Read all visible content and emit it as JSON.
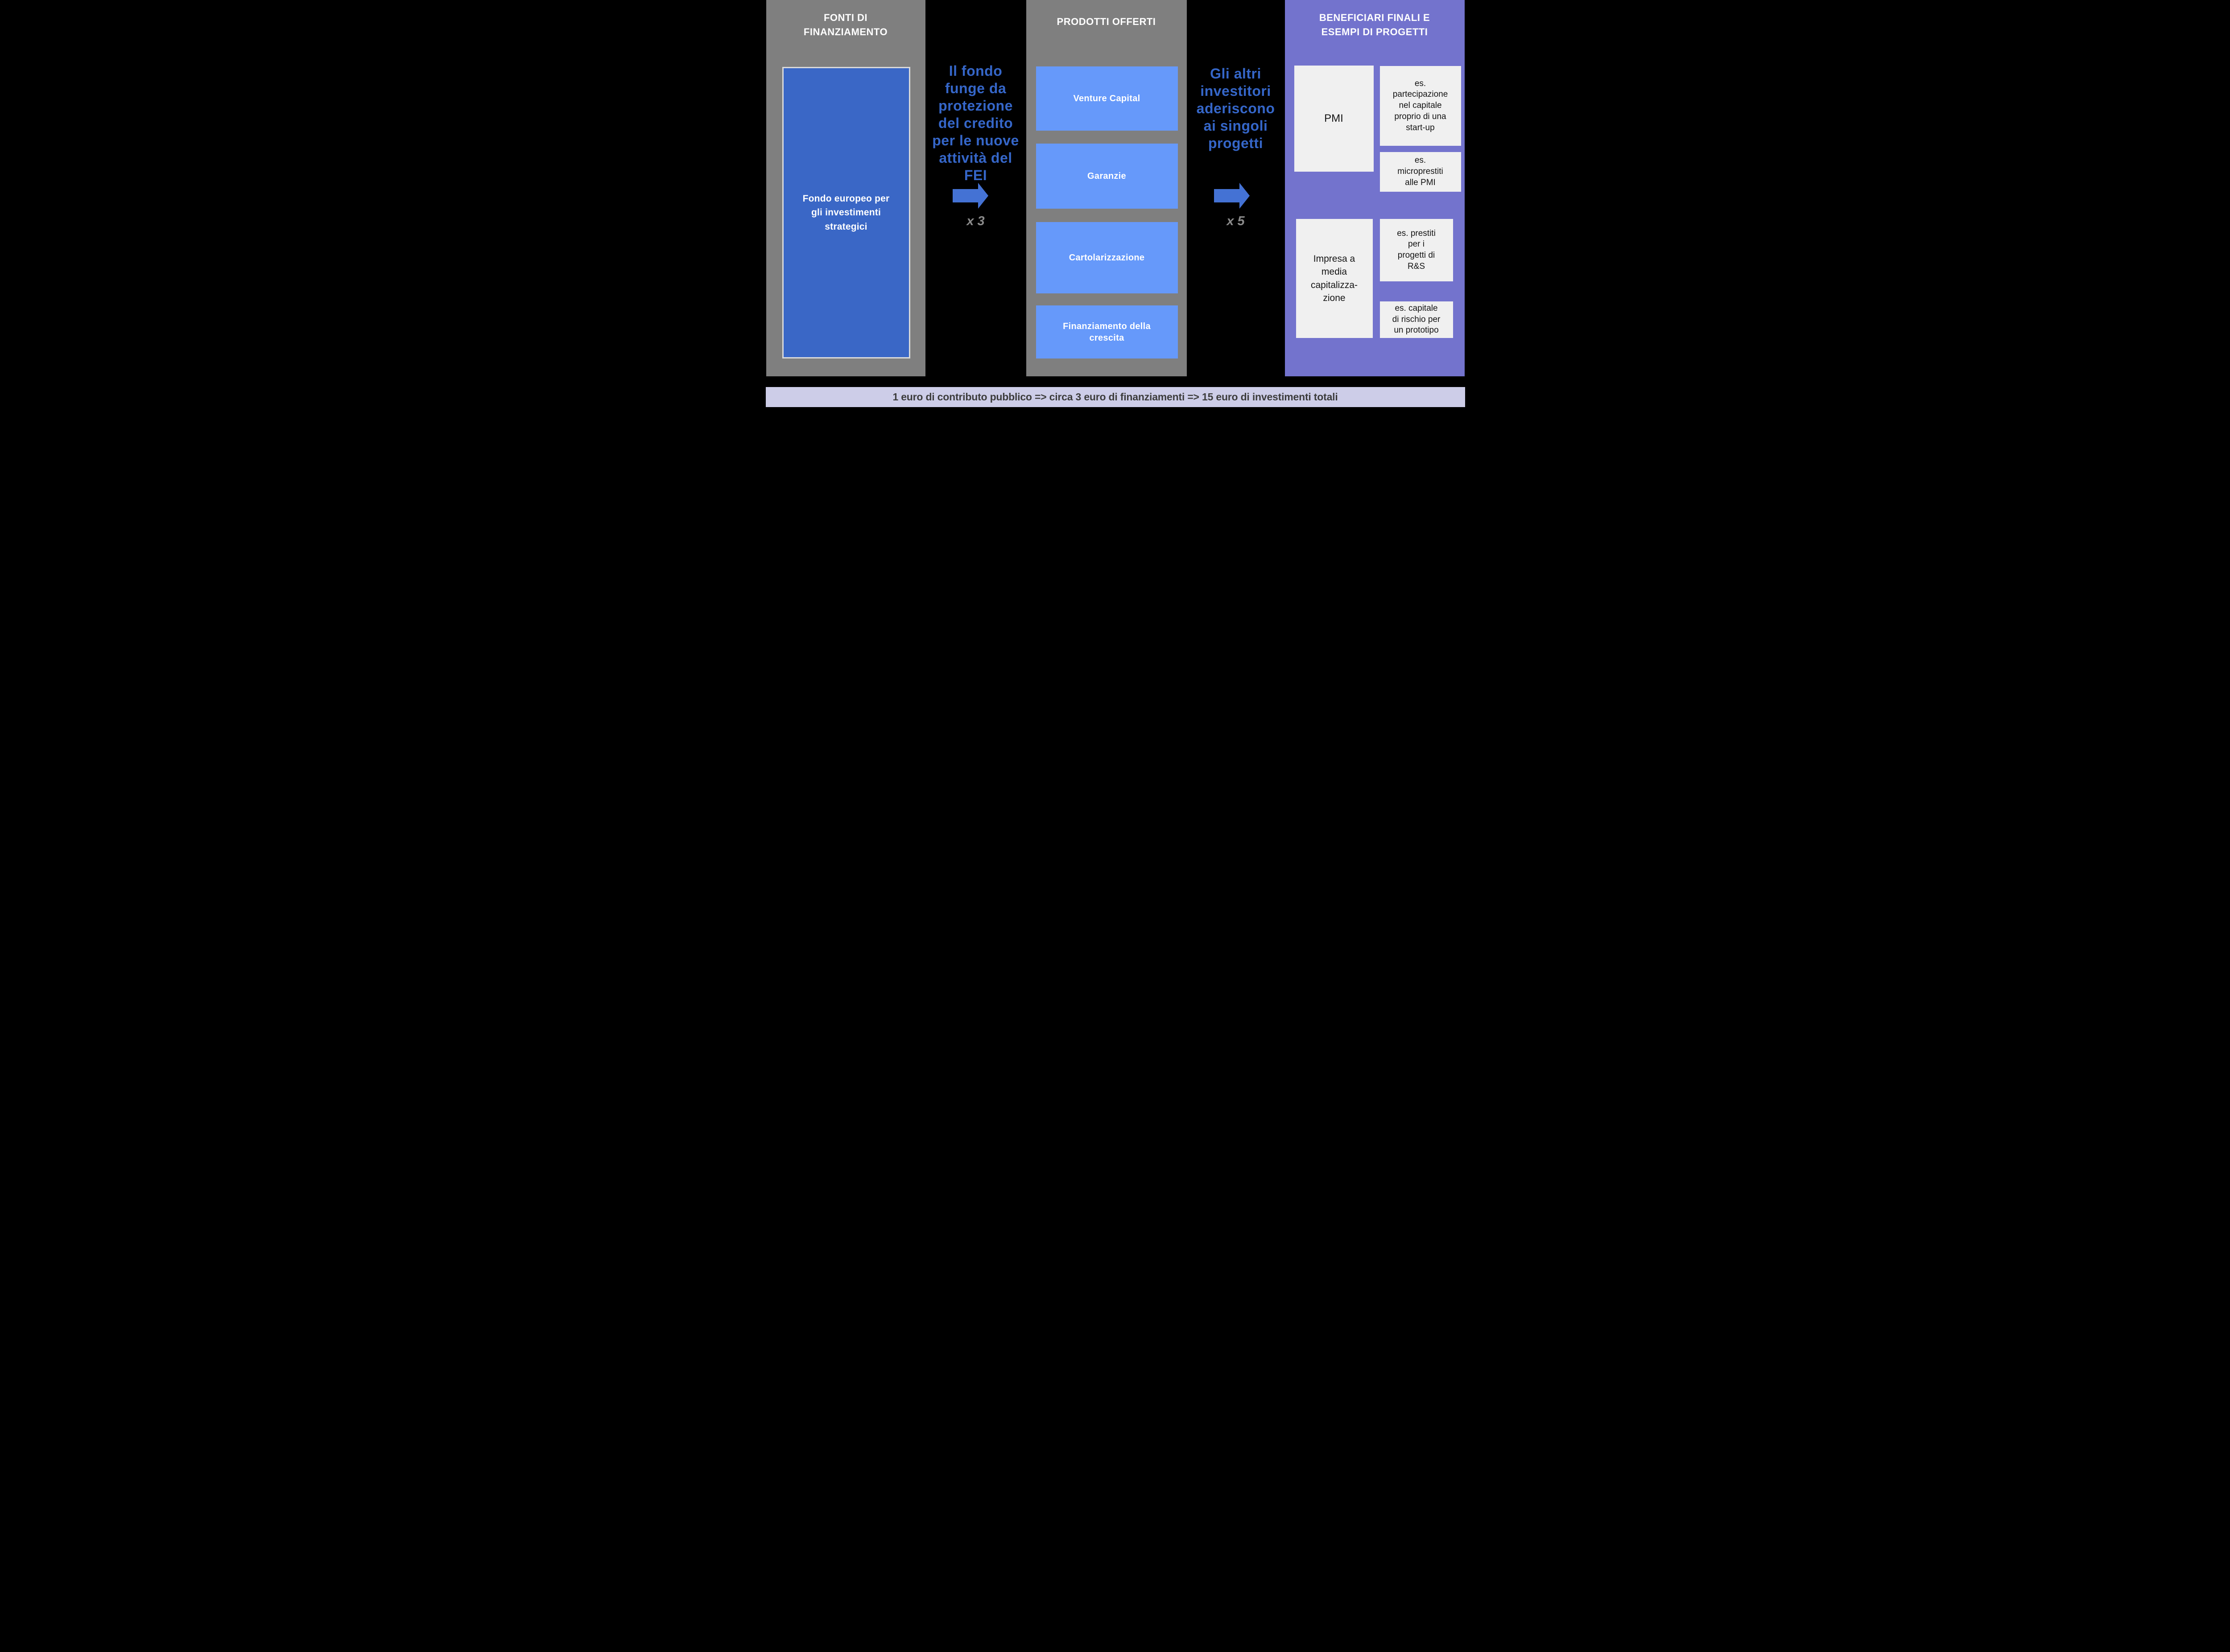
{
  "diagram": {
    "columns": {
      "sources": {
        "title": "FONTI DI\nFINANZIAMENTO",
        "fund_box": "Fondo europeo per\ngli investimenti\nstrategici"
      },
      "products": {
        "title": "PRODOTTI OFFERTI",
        "items": [
          "Venture Capital",
          "Garanzie",
          "Cartolarizzazione",
          "Finanziamento della\ncrescita"
        ]
      },
      "beneficiaries": {
        "title": "BENEFICIARI FINALI E\nESEMPI DI PROGETTI",
        "groups": [
          {
            "name": "PMI",
            "examples": [
              "es.\npartecipazione\nnel capitale\nproprio di una\nstart-up",
              "es.\nmicroprestiti\nalle PMI"
            ]
          },
          {
            "name": "Impresa a\nmedia\ncapitalizza-\nzione",
            "examples": [
              "es. prestiti\nper i\nprogetti di\nR&S",
              "es. capitale\ndi rischio per\nun prototipo"
            ]
          }
        ]
      }
    },
    "flows": [
      {
        "text": "Il fondo\nfunge da\nprotezione\ndel credito\nper le nuove\nattività del\nFEI",
        "multiplier": "x 3"
      },
      {
        "text": "Gli altri\ninvestitori\naderiscono\nai singoli\nprogetti",
        "multiplier": "x 5"
      }
    ],
    "footer": "1 euro di contributo pubblico => circa 3 euro di finanziamenti => 15 euro di investimenti totali",
    "colors": {
      "background": "#000000",
      "column_gray": "#7F7F7F",
      "column_purple": "#7373CD",
      "fund_blue": "#3A67C6",
      "fund_border": "#D9D9D9",
      "product_blue": "#6699FA",
      "flow_text_blue": "#3566C8",
      "arrow_blue": "#4472D4",
      "multiplier_gray": "#8A8A8A",
      "example_box_bg": "#F0F0F0",
      "footer_bg": "#CDCDE8",
      "footer_text": "#3C3C3C"
    }
  }
}
